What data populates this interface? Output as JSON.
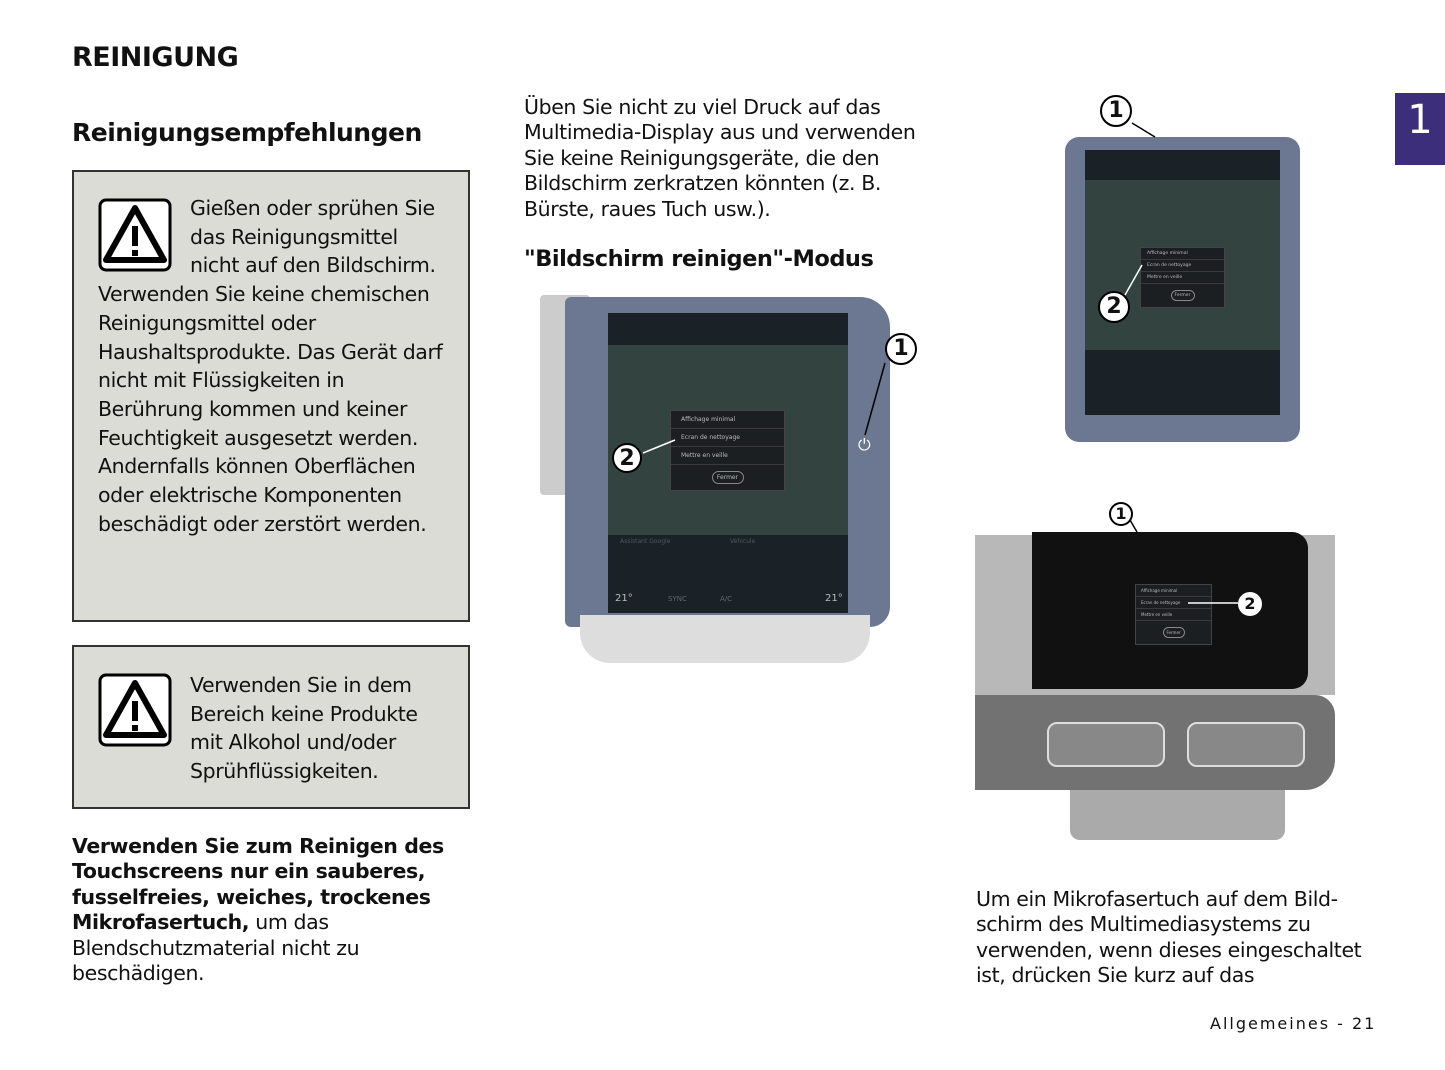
{
  "title": "REINIGUNG",
  "subtitle": "Reinigungsempfehlungen",
  "warning1": {
    "icon": "warning-triangle-icon",
    "text_indented": "Gießen oder sprühen Sie das Reinigungsmit­tel nicht auf den Bild­schirm.",
    "text": "Verwenden Sie keine chemi­schen Reinigungsmittel oder Haushaltsprodukte. Das Gerät darf nicht mit Flüssigkeiten in Berührung kommen und keiner Feuchtigkeit ausgesetzt wer­den. Andernfalls können Ober­flächen oder elektrische Kom­ponenten beschädigt oder zer­stört werden."
  },
  "warning2": {
    "icon": "warning-triangle-icon",
    "text": "Verwenden Sie in dem Bereich keine Produkte mit Alkohol und/oder Sprühflüssigkeiten."
  },
  "bold_para": {
    "bold": "Verwenden Sie zum Reinigen des Touchscreens nur ein sauberes, fus­selfreies, weiches, trockenes Mikro­fasertuch,",
    "normal": " um das Blendschutzma­terial nicht zu beschädigen."
  },
  "middle_para": "Üben Sie nicht zu viel Druck auf das Multimedia-Display aus und verwen­den Sie keine Reinigungsgeräte, die den Bildschirm zerkratzen könnten (z. B. Bürste, raues Tuch usw.).",
  "mode_heading": "\"Bildschirm reinigen\"-Modus",
  "screen_menu": {
    "items": [
      "Affichage minimal",
      "Ecran de nettoyage",
      "Mettre en veille"
    ],
    "close": "Fermer"
  },
  "screen_bar": {
    "temp_left": "21°",
    "sync": "SYNC",
    "ac": "A/C",
    "temp_right": "21°",
    "assistant": "Assistant Google",
    "vehicle": "Véhicule"
  },
  "callouts": [
    "1",
    "2"
  ],
  "right_para": "Um ein Mikrofasertuch auf dem Bild­schirm des Multimediasystems zu verwenden, wenn dieses einge­schaltet ist, drücken Sie kurz auf das",
  "chapter_tab": "1",
  "footer": "Allgemeines - 21"
}
